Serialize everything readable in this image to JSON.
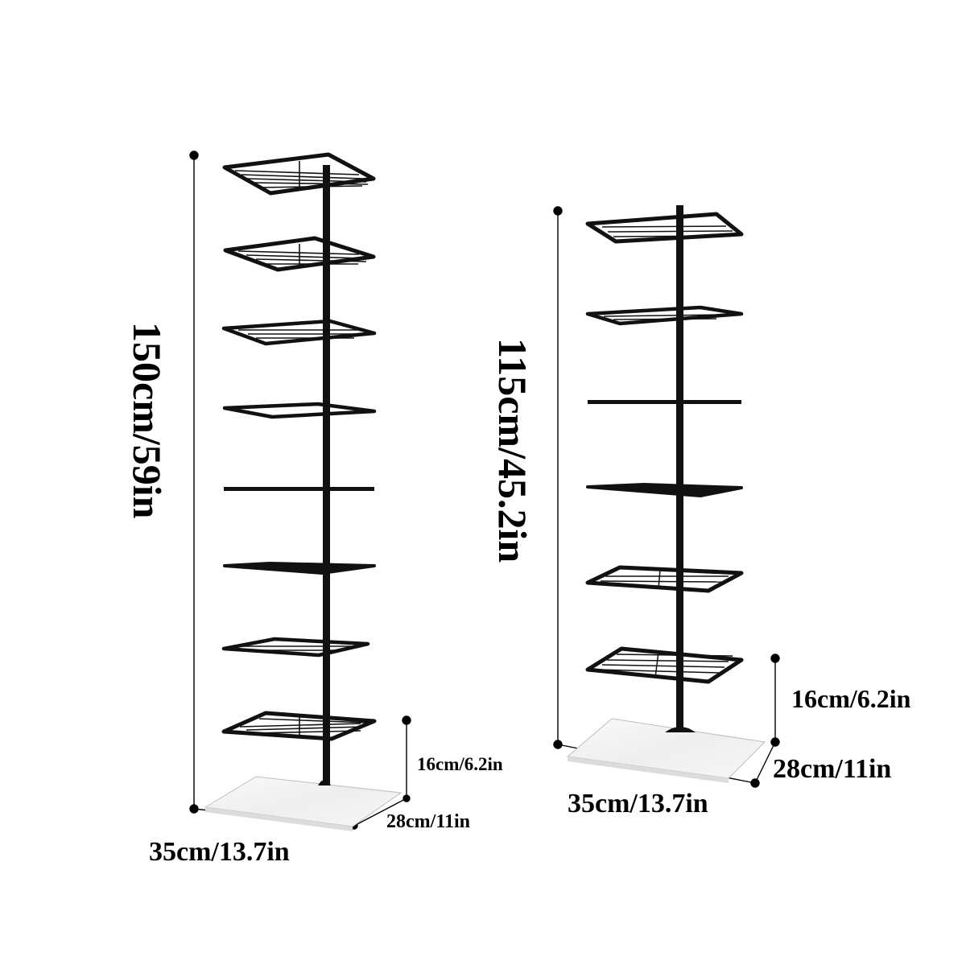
{
  "colors": {
    "frame": "#111111",
    "dimension_line": "#000000",
    "base_marble": "#f1f1f1",
    "background": "#ffffff"
  },
  "left_rack": {
    "shelf_count": 8,
    "height_label": "150cm/59in",
    "spacing_label": "16cm/6.2in",
    "depth_label": "28cm/11in",
    "width_label": "35cm/13.7in"
  },
  "right_rack": {
    "shelf_count": 6,
    "height_label": "115cm/45.2in",
    "spacing_label": "16cm/6.2in",
    "depth_label": "28cm/11in",
    "width_label": "35cm/13.7in"
  }
}
